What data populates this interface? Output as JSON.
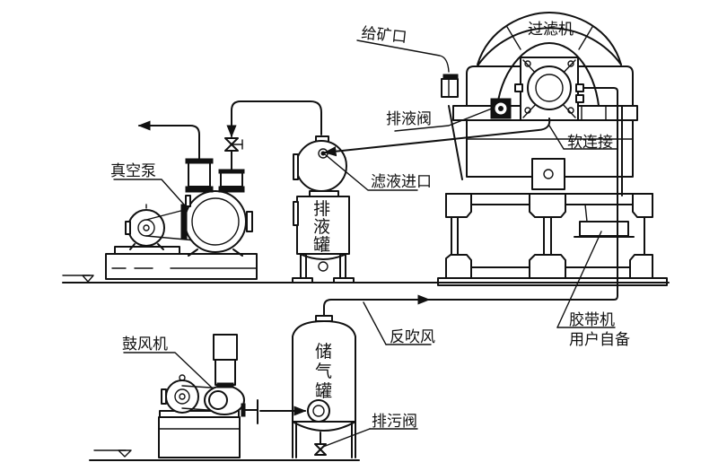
{
  "diagram": {
    "type": "process-flow-schematic",
    "labels": {
      "filter": "过滤机",
      "feed_inlet": "给矿口",
      "drain_valve_top": "排液阀",
      "soft_connection": "软连接",
      "vacuum_pump": "真空泵",
      "filtrate_inlet": "滤液进口",
      "drain_tank": [
        "排",
        "液",
        "罐"
      ],
      "belt_conveyor_line1": "胶带机",
      "belt_conveyor_line2": "用户自备",
      "back_blow": "反吹风",
      "blower": "鼓风机",
      "air_tank": [
        "储",
        "气",
        "罐"
      ],
      "sewage_valve": "排污阀"
    },
    "icons": {
      "flow_arrow": "arrow-icon",
      "gate_valve": "valve-icon",
      "ground_level": "ground-level-triangle-icon"
    }
  }
}
